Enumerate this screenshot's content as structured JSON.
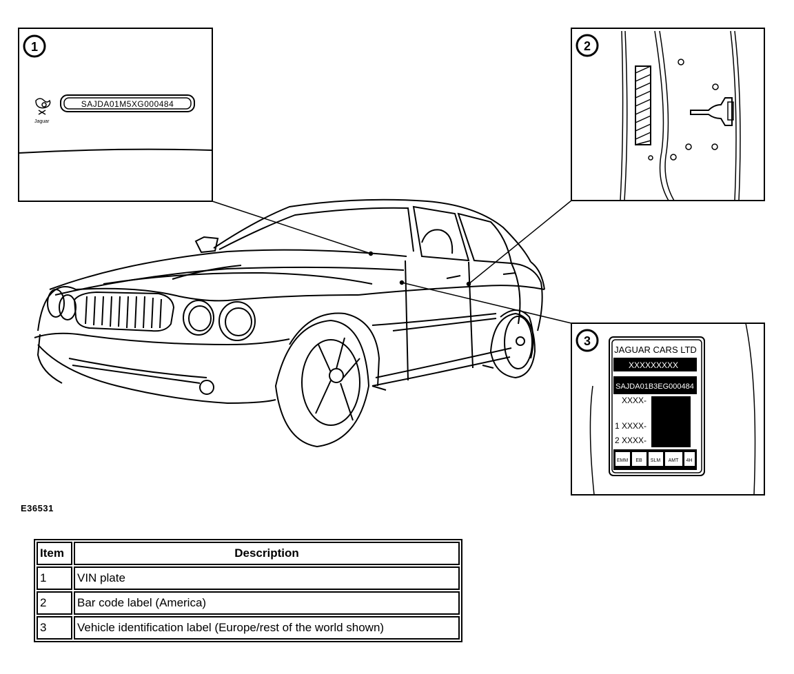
{
  "figure": {
    "code": "E36531",
    "callouts": [
      "1",
      "2",
      "3"
    ],
    "vin_plate": {
      "vin_text": "SAJDA01M5XG000484",
      "logo_text": "Jaguar"
    },
    "identification_label": {
      "header": "JAGUAR CARS LTD",
      "row1": "XXXXXXXXX",
      "row2": "SAJDA01B3EG000484",
      "row3": "XXXX-",
      "row4": "1 XXXX-",
      "row5": "2 XXXX-",
      "footer_cells": [
        "EMM",
        "EB",
        "SLM",
        "AMT",
        "4H"
      ]
    }
  },
  "legend": {
    "headers": {
      "item": "Item",
      "description": "Description"
    },
    "rows": [
      {
        "item": "1",
        "description": "VIN plate"
      },
      {
        "item": "2",
        "description": "Bar code label (America)"
      },
      {
        "item": "3",
        "description": "Vehicle identification label (Europe/rest of the world shown)"
      }
    ]
  }
}
